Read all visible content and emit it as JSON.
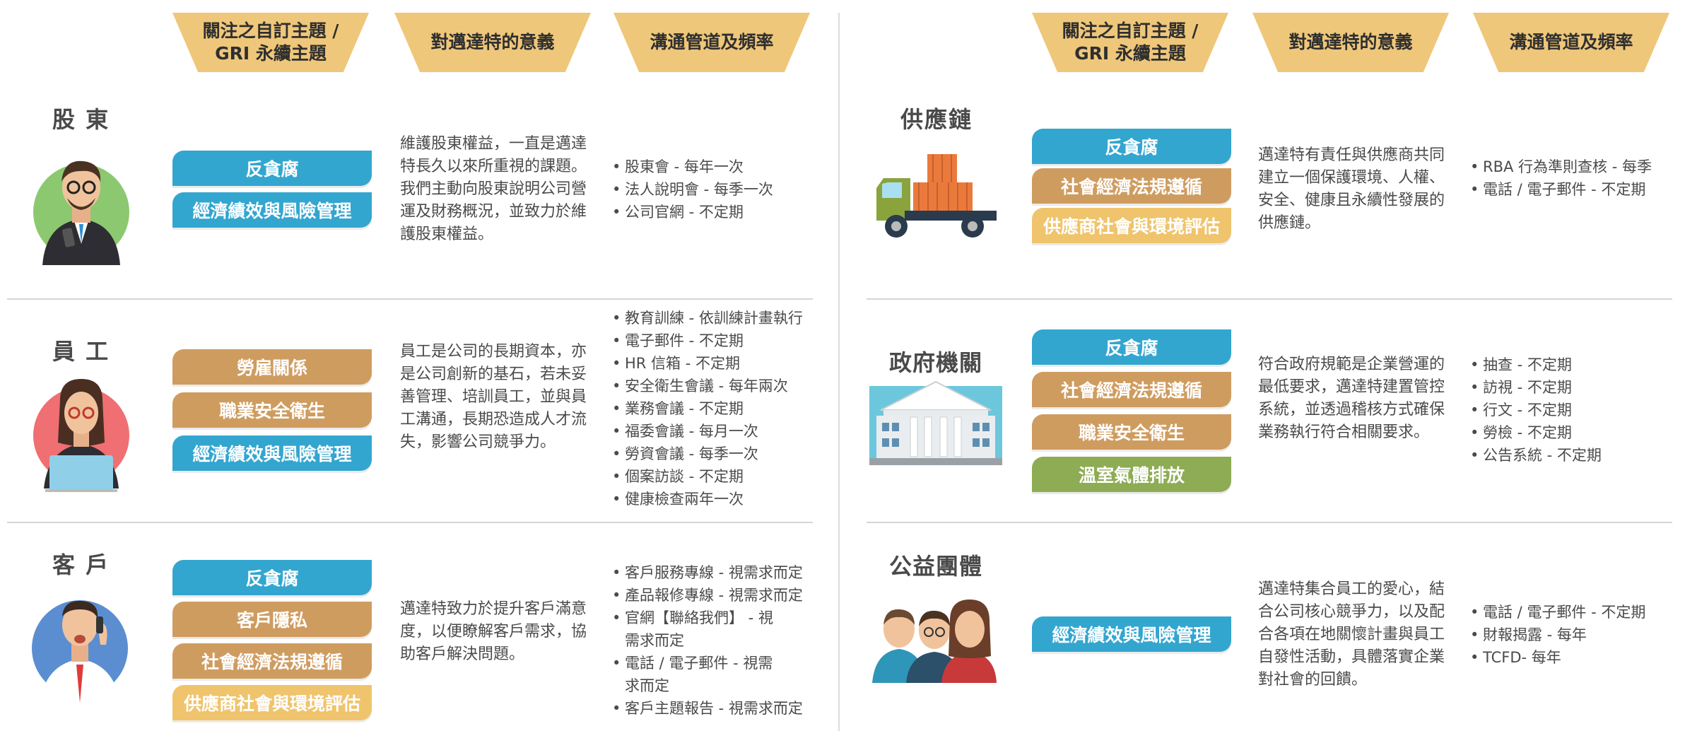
{
  "headers": {
    "left": [
      "關注之自訂主題 /\nGRI 永續主題",
      "對邁達特的意義",
      "溝通管道及頻率"
    ],
    "right": [
      "關注之自訂主題 /\nGRI 永續主題",
      "對邁達特的意義",
      "溝通管道及頻率"
    ]
  },
  "stakeholders": {
    "shareholder": {
      "name": "股 東",
      "topics": [
        "反貪腐",
        "經濟績效與風險管理"
      ],
      "desc": "維護股東權益，一直是邁達特長久以來所重視的課題。我們主動向股東說明公司營運及財務概況，並致力於維護股東權益。",
      "channels": [
        "股東會 - 每年一次",
        "法人說明會 - 每季一次",
        "公司官網 - 不定期"
      ]
    },
    "employee": {
      "name": "員 工",
      "topics": [
        "勞雇關係",
        "職業安全衛生",
        "經濟績效與風險管理"
      ],
      "desc": "員工是公司的長期資本，亦是公司創新的基石，若未妥善管理、培訓員工，並與員工溝通，長期恐造成人才流失，影響公司競爭力。",
      "channels": [
        "教育訓練 - 依訓練計畫執行",
        "電子郵件 - 不定期",
        "HR 信箱 - 不定期",
        "安全衛生會議 - 每年兩次",
        "業務會議 - 不定期",
        "福委會議 - 每月一次",
        "勞資會議 - 每季一次",
        "個案訪談 - 不定期",
        "健康檢查兩年一次"
      ]
    },
    "customer": {
      "name": "客 戶",
      "topics": [
        "反貪腐",
        "客戶隱私",
        "社會經濟法規遵循",
        "供應商社會與環境評估"
      ],
      "desc": "邁達特致力於提升客戶滿意度，以便瞭解客戶需求，協助客戶解決問題。",
      "channels": [
        "客戶服務專線 - 視需求而定",
        "產品報修專線 - 視需求而定",
        "官網【聯絡我們】 - 視需求而定",
        "電話 / 電子郵件 - 視需求而定",
        "客戶主題報告 - 視需求而定"
      ]
    },
    "supply": {
      "name": "供應鏈",
      "topics": [
        "反貪腐",
        "社會經濟法規遵循",
        "供應商社會與環境評估"
      ],
      "desc": "邁達特有責任與供應商共同建立一個保護環境、人權、安全、健康且永續性發展的供應鏈。",
      "channels": [
        "RBA 行為準則查核 - 每季",
        "電話 / 電子郵件 - 不定期"
      ]
    },
    "gov": {
      "name": "政府機關",
      "topics": [
        "反貪腐",
        "社會經濟法規遵循",
        "職業安全衛生",
        "溫室氣體排放"
      ],
      "desc": "符合政府規範是企業營運的最低要求，邁達特建置管控系統，並透過稽核方式確保業務執行符合相關要求。",
      "channels": [
        "抽查 - 不定期",
        "訪視 - 不定期",
        "行文 - 不定期",
        "勞檢 - 不定期",
        "公告系統 - 不定期"
      ]
    },
    "charity": {
      "name": "公益團體",
      "topics": [
        "經濟績效與風險管理"
      ],
      "desc": "邁達特集合員工的愛心，結合公司核心競爭力，以及配合各項在地關懷計畫與員工自發性活動，具體落實企業對社會的回饋。",
      "channels": [
        "電話 / 電子郵件 - 不定期",
        "財報揭露 - 每年",
        "TCFD- 每年"
      ]
    }
  },
  "colors": {
    "blue": "#33a6cf",
    "brown": "#cf9c60",
    "gold": "#efc46c",
    "green": "#8dac54",
    "header": "#efc77a"
  }
}
